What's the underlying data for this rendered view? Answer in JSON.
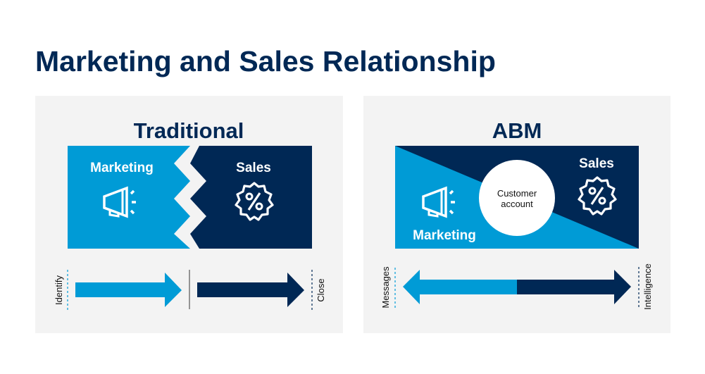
{
  "title": "Marketing and Sales Relationship",
  "colors": {
    "navy": "#002855",
    "blue": "#009bd6",
    "panel": "#f3f3f3",
    "white": "#ffffff"
  },
  "traditional": {
    "heading": "Traditional",
    "marketing_label": "Marketing",
    "sales_label": "Sales",
    "marketing_icon": "megaphone-icon",
    "sales_icon": "discount-badge-icon",
    "start_label": "Identify",
    "end_label": "Close"
  },
  "abm": {
    "heading": "ABM",
    "marketing_label": "Marketing",
    "sales_label": "Sales",
    "center_line1": "Customer",
    "center_line2": "account",
    "marketing_icon": "megaphone-icon",
    "sales_icon": "discount-badge-icon",
    "start_label": "Messages",
    "end_label": "Intelligence"
  }
}
